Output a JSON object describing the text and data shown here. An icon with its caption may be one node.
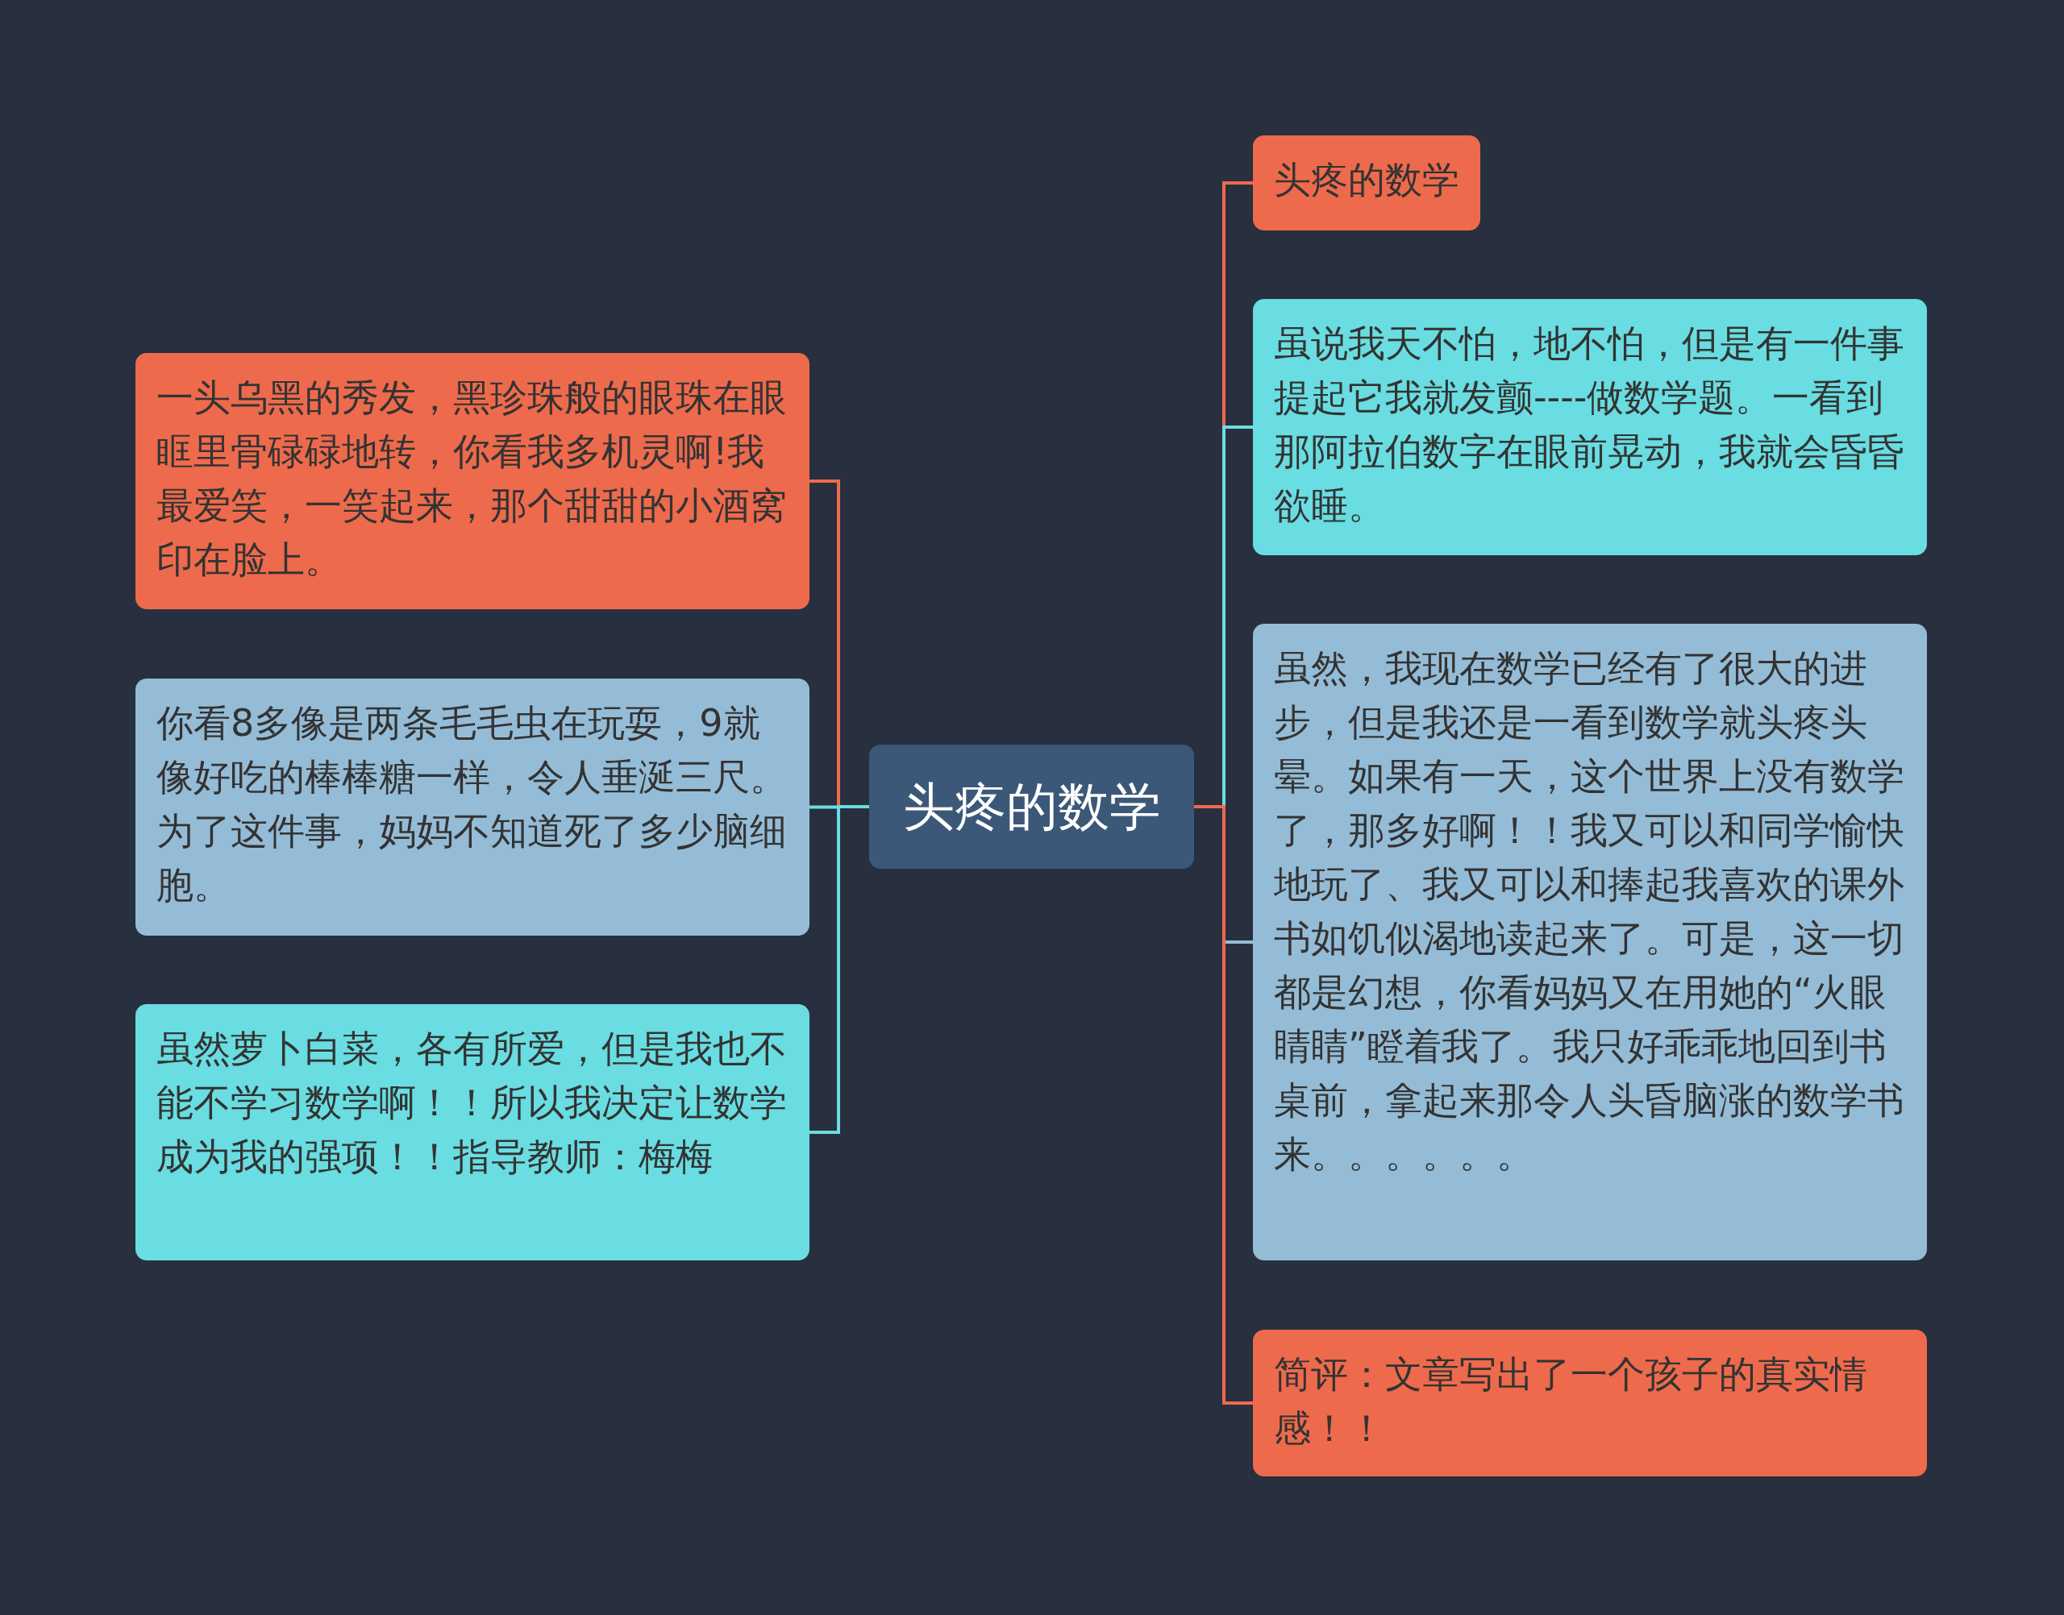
{
  "diagram": {
    "nodes": [
      {
        "text": [
          "头疼的数学"
        ]
      },
      {
        "text": [
          "一头乌黑的秀发，黑珍珠般的眼珠在眼眶里骨碌碌地转，你看我多机灵啊!我最爱笑，一笑起来，那个甜甜的小酒窝印在脸上。"
        ]
      },
      {
        "text": [
          "你看8多像是两条毛毛虫在玩耍，9就像好吃的棒棒糖一样，令人垂涎三尺。为了这件事，妈妈不知道死了多少脑细胞。"
        ]
      },
      {
        "text": [
          "虽然萝卜白菜，各有所爱，但是我也不能不学习数学啊！！所以我决定让数学成为我的强项！！指导教师：梅梅"
        ]
      },
      {
        "text": [
          "头疼的数学"
        ]
      },
      {
        "text": [
          "虽说我天不怕，地不怕，但是有一件事提起它我就发颤----做数学题。一看到那阿拉伯数字在眼前晃动，我就会昏昏欲睡。"
        ]
      },
      {
        "text": [
          "虽然，我现在数学已经有了很大的进步，但是我还是一看到数学就头疼头晕。如果有一天，这个世界上没有数学了，那多好啊！！我又可以和同学愉快地玩了、我又可以和捧起我喜欢的课外书如饥似渴地读起来了。可是，这一切都是幻想，你看妈妈又在用她的“火眼睛睛”瞪着我了。我只好乖乖地回到书桌前，拿起来那令人头昏脑涨的数学书来。。。。。。"
        ]
      },
      {
        "text": [
          "简评：文章写出了一个孩子的真实情感！！"
        ]
      }
    ],
    "edges": [
      {
        "from": 0,
        "to": 1,
        "arrow": "none",
        "color": "#ee6a4c"
      },
      {
        "from": 0,
        "to": 2,
        "arrow": "none",
        "color": "#69dde1"
      },
      {
        "from": 0,
        "to": 3,
        "arrow": "none",
        "color": "#69dde1"
      },
      {
        "from": 0,
        "to": 4,
        "arrow": "none",
        "color": "#ee6a4c"
      },
      {
        "from": 0,
        "to": 5,
        "arrow": "none",
        "color": "#69dde1"
      },
      {
        "from": 0,
        "to": 6,
        "arrow": "none",
        "color": "#95bcd6"
      },
      {
        "from": 0,
        "to": 7,
        "arrow": "none",
        "color": "#ee6a4c"
      }
    ]
  }
}
